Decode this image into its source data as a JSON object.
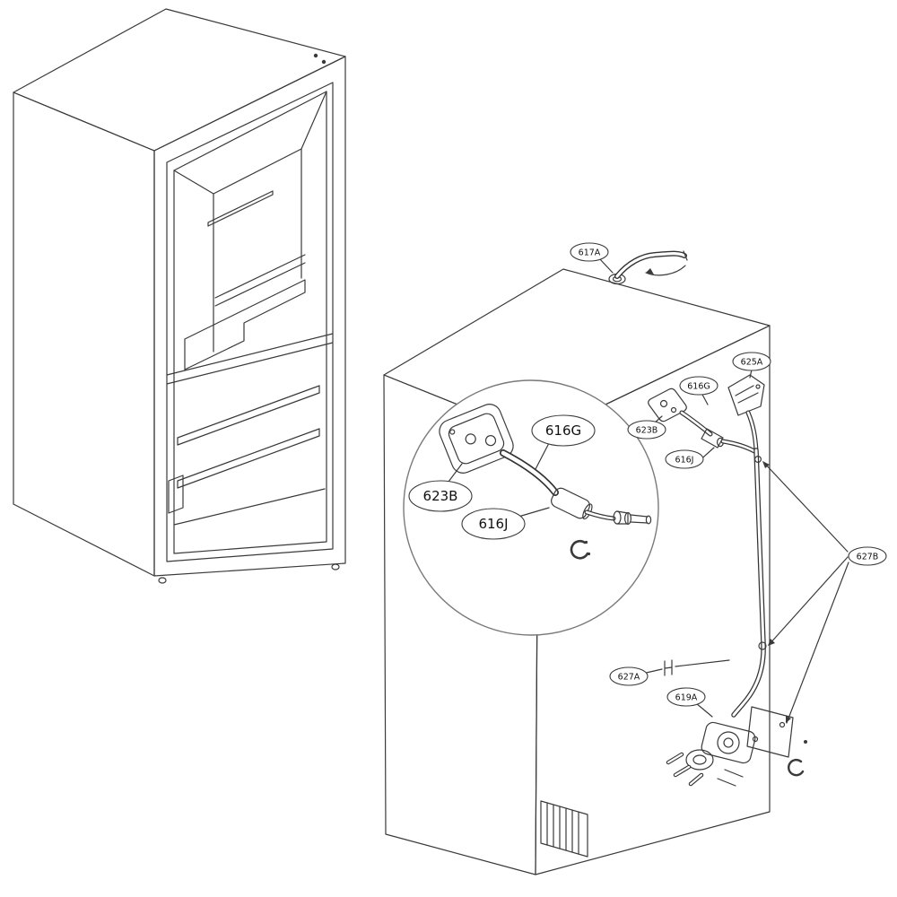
{
  "diagram": {
    "colors": {
      "line": "#3a3a3a",
      "label_text": "#111111",
      "background": "#ffffff"
    },
    "callouts": {
      "c617A": "617A",
      "c625A": "625A",
      "c616G": "616G",
      "c623B": "623B",
      "c616J": "616J",
      "c627B": "627B",
      "c627A": "627A",
      "c619A": "619A"
    },
    "detail_labels": {
      "c616G": "616G",
      "c623B": "623B",
      "c616J": "616J"
    }
  }
}
